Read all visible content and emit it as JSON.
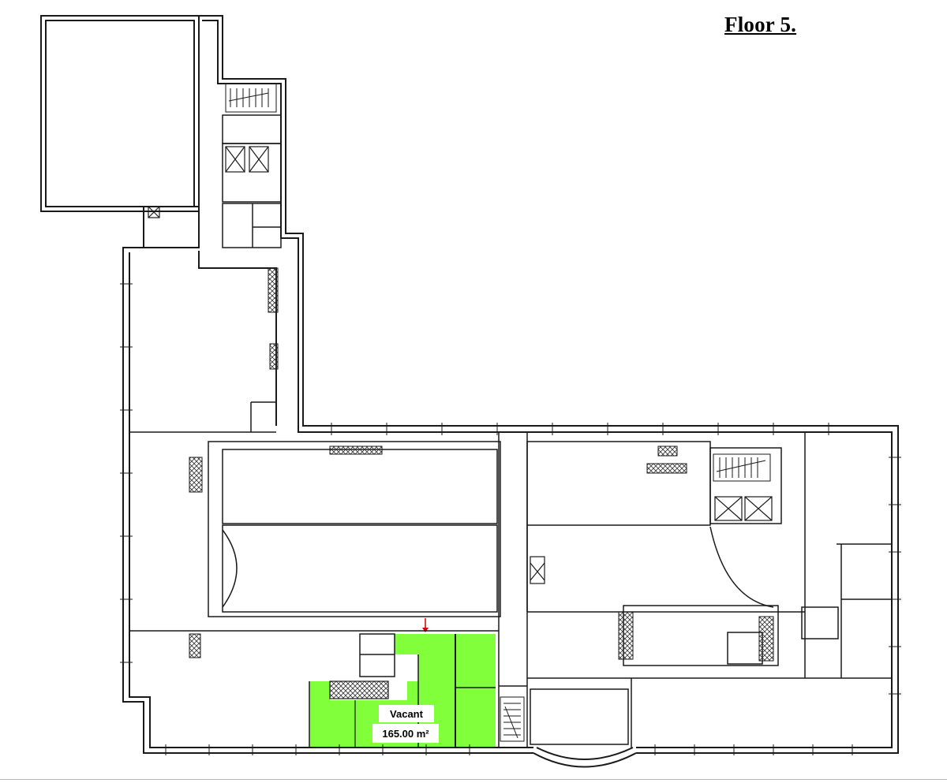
{
  "title": "Floor 5.",
  "vacant_unit": {
    "status": "Vacant",
    "area": "165.00 m²",
    "fill_color": "#80ff3a",
    "marker_color": "#d00000"
  },
  "colors": {
    "wall": "#1a1a1a",
    "hatch": "#333333",
    "background": "#ffffff"
  },
  "icons": [
    "stair-icon",
    "elevator-icon",
    "entrance-arrow-icon"
  ]
}
